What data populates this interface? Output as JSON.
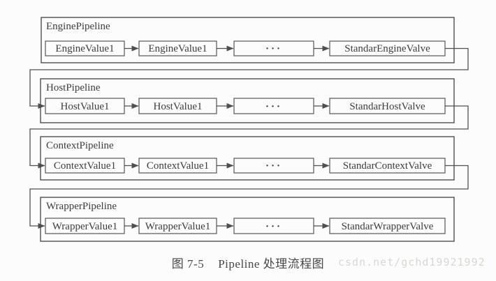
{
  "diagram": {
    "pipelines": [
      {
        "title": "EnginePipeline",
        "valves": [
          "EngineValue1",
          "EngineValue1",
          "···",
          "StandarEngineValve"
        ]
      },
      {
        "title": "HostPipeline",
        "valves": [
          "HostValue1",
          "HostValue1",
          "···",
          "StandarHostValve"
        ]
      },
      {
        "title": "ContextPipeline",
        "valves": [
          "ContextValue1",
          "ContextValue1",
          "···",
          "StandarContextValve"
        ]
      },
      {
        "title": "WrapperPipeline",
        "valves": [
          "WrapperValue1",
          "WrapperValue1",
          "···",
          "StandarWrapperValve"
        ]
      }
    ]
  },
  "caption": {
    "figure_label": "图 7-5",
    "title": "Pipeline 处理流程图"
  },
  "watermark": {
    "text": "csdn.net/gchd19921992"
  },
  "colors": {
    "line": "#4f4f4f",
    "text": "#3c3c3c",
    "background": "#fcfcfc",
    "watermark": "#d8d8d2"
  }
}
